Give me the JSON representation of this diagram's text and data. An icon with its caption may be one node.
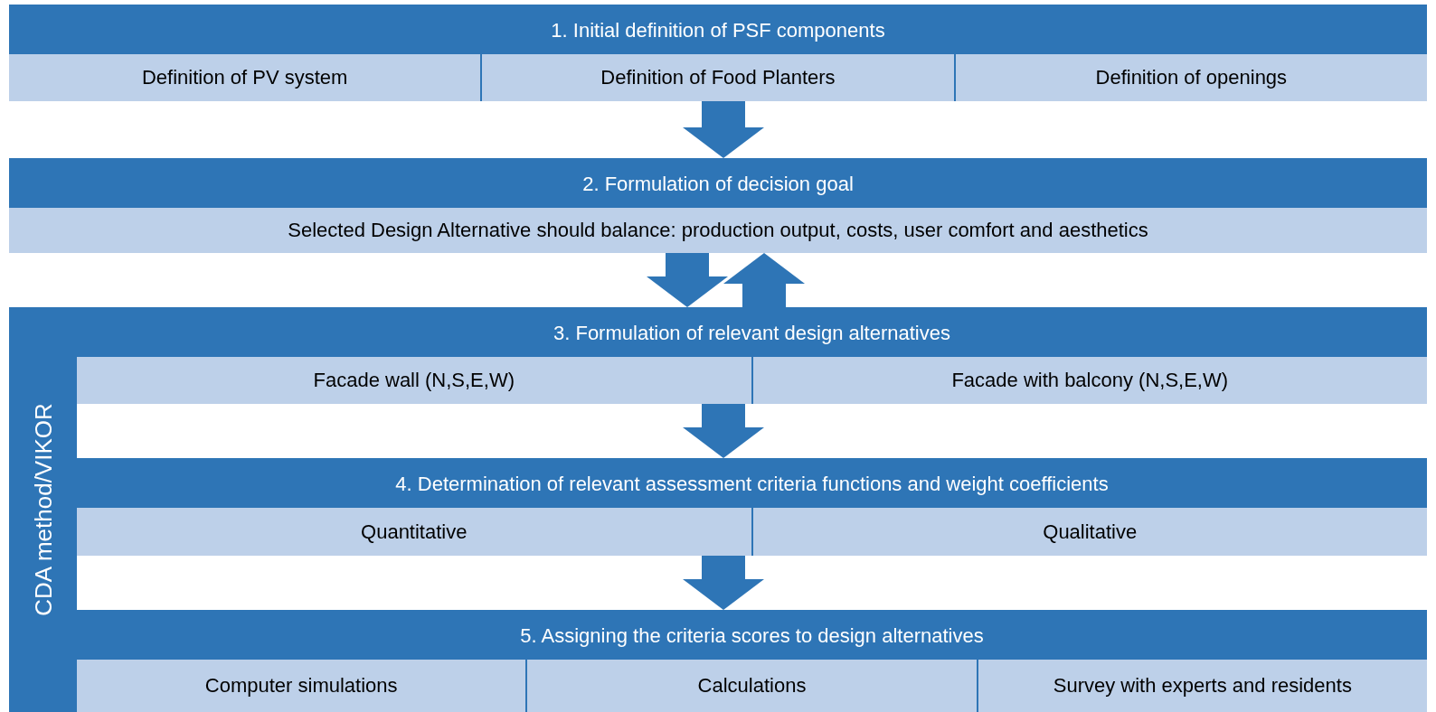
{
  "diagram": {
    "nodes": [
      {
        "text": [
          "1. Initial definition of PSF components"
        ]
      },
      {
        "text": [
          "Definition of PV system"
        ],
        "in": 0
      },
      {
        "text": [
          "Definition of Food Planters"
        ],
        "in": 0
      },
      {
        "text": [
          "Definition of openings"
        ],
        "in": 0
      },
      {
        "text": [
          "2. Formulation of decision goal"
        ]
      },
      {
        "text": [
          "Selected Design Alternative should balance: production output, costs, user comfort and aesthetics"
        ],
        "in": 4
      },
      {
        "text": [
          "CDA method/VIKOR"
        ]
      },
      {
        "text": [
          "3. Formulation of relevant design alternatives"
        ],
        "in": 6
      },
      {
        "text": [
          "Facade wall (N,S,E,W)"
        ],
        "in": 7
      },
      {
        "text": [
          "Facade with balcony (N,S,E,W)"
        ],
        "in": 7
      },
      {
        "text": [
          "4. Determination of relevant assessment criteria functions and weight coefficients"
        ],
        "in": 6
      },
      {
        "text": [
          "Quantitative"
        ],
        "in": 10
      },
      {
        "text": [
          "Qualitative"
        ],
        "in": 10
      },
      {
        "text": [
          "5. Assigning the criteria scores to design alternatives"
        ],
        "in": 6
      },
      {
        "text": [
          "Computer simulations"
        ],
        "in": 13
      },
      {
        "text": [
          "Calculations"
        ],
        "in": 13
      },
      {
        "text": [
          "Survey with experts and residents"
        ],
        "in": 13
      }
    ],
    "edges": [
      {
        "from": 0,
        "to": 4,
        "arrow": "to"
      },
      {
        "from": 4,
        "to": 7,
        "arrow": "to"
      },
      {
        "from": 7,
        "to": 4,
        "arrow": "to"
      },
      {
        "from": 7,
        "to": 10,
        "arrow": "to"
      },
      {
        "from": 10,
        "to": 13,
        "arrow": "to"
      }
    ]
  }
}
